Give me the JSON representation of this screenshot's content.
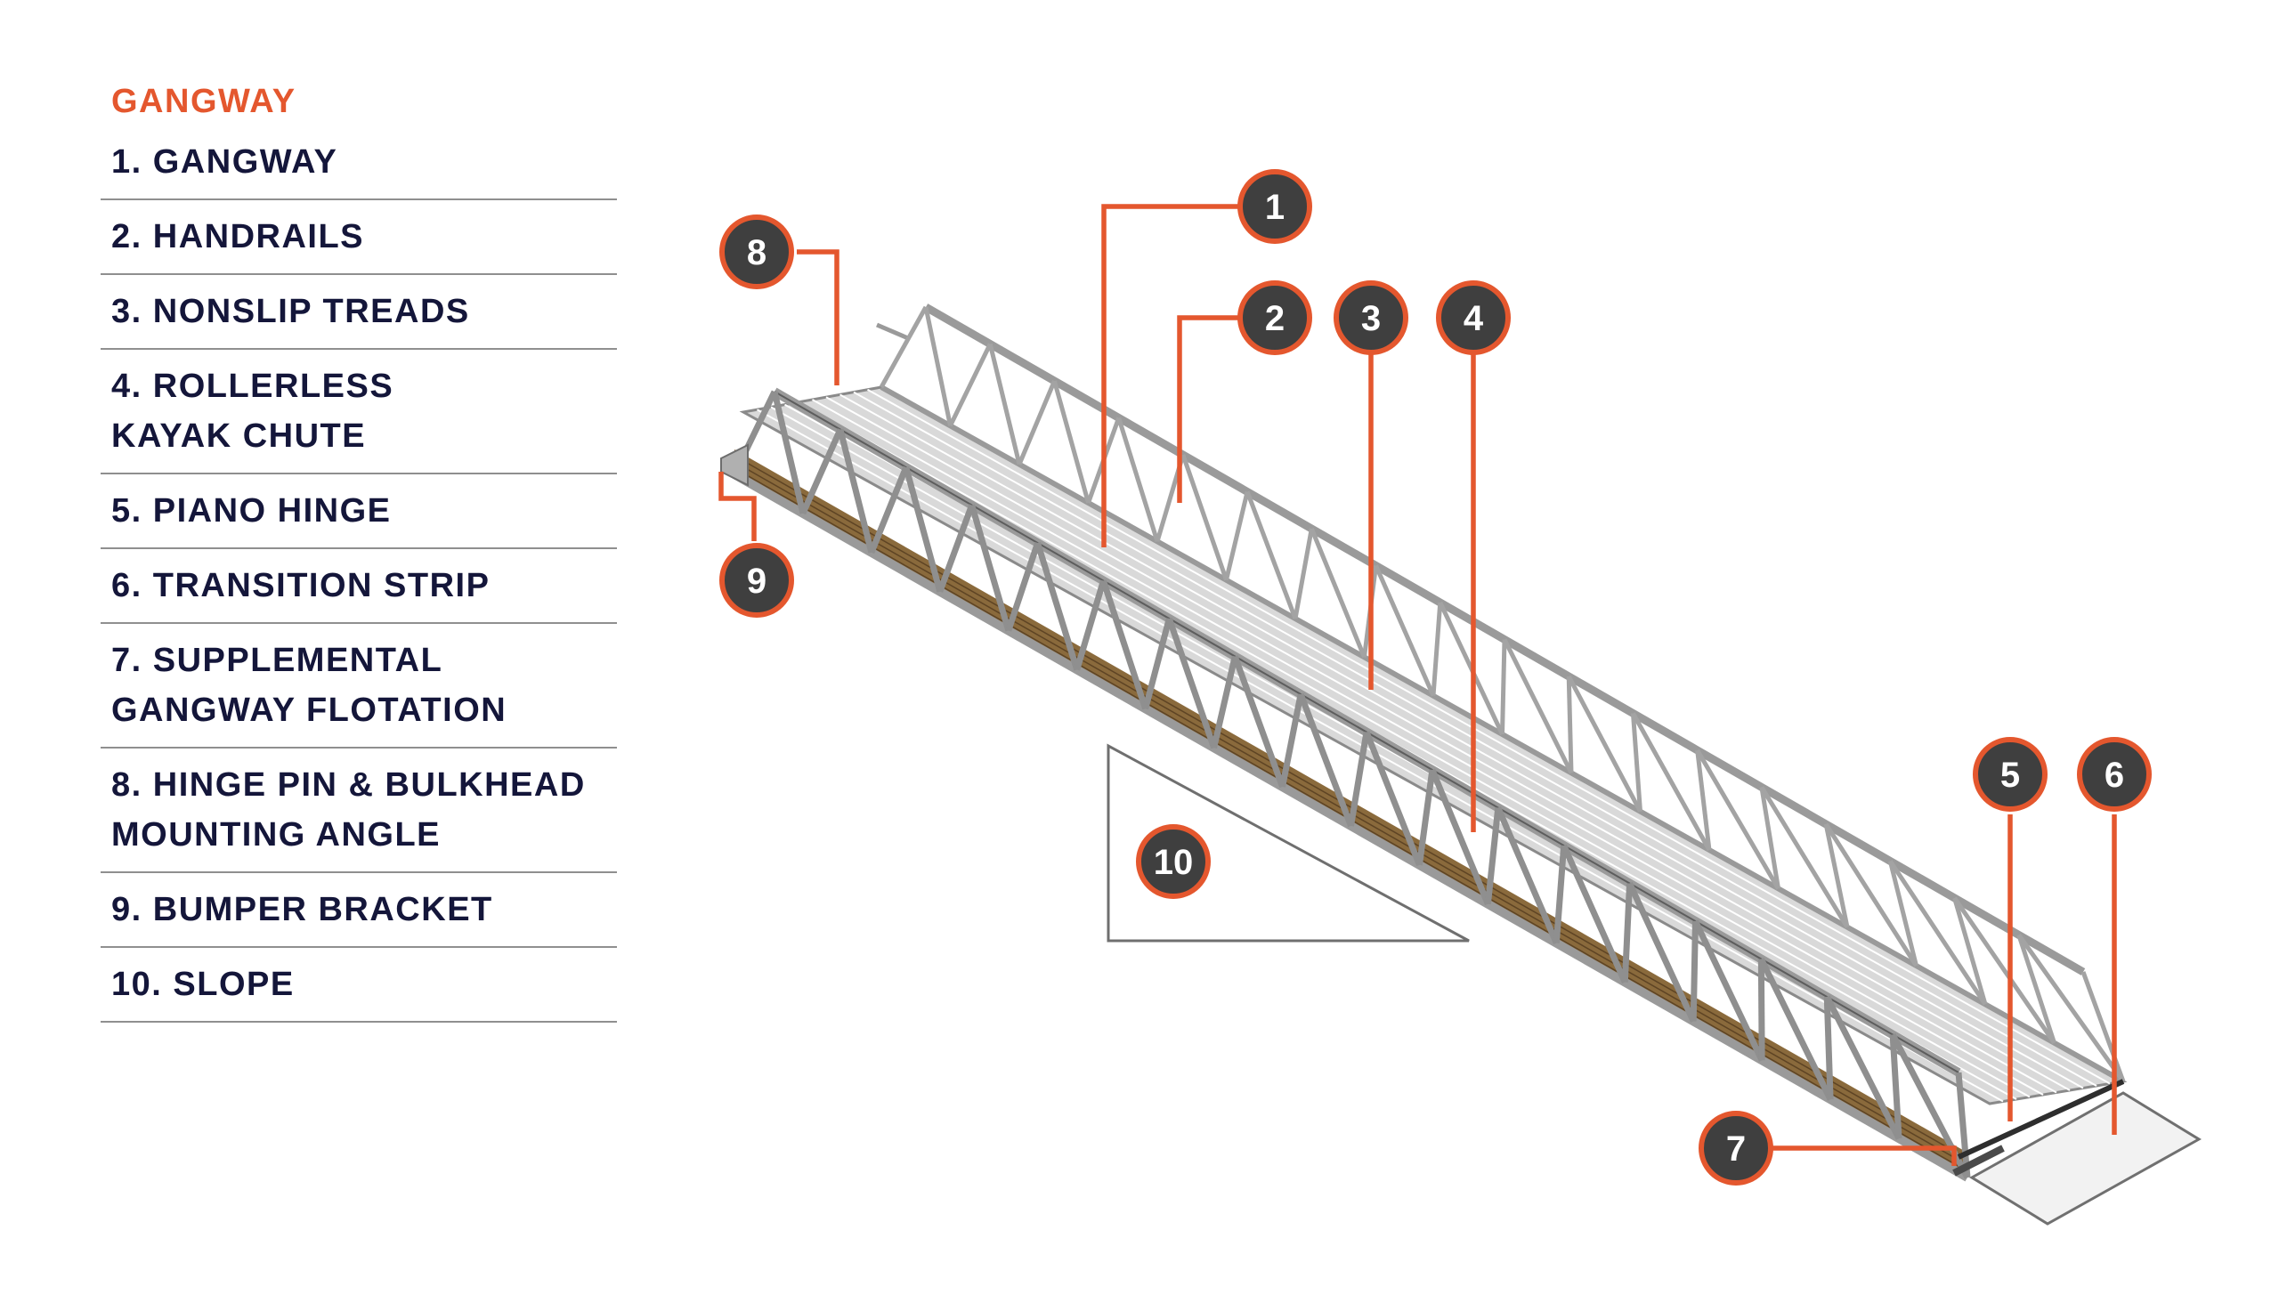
{
  "legend": {
    "title": "GANGWAY",
    "items": [
      "1.  GANGWAY",
      "2. HANDRAILS",
      "3. NONSLIP TREADS",
      "4. ROLLERLESS\nKAYAK CHUTE",
      "5. PIANO HINGE",
      "6. TRANSITION STRIP",
      "7. SUPPLEMENTAL\nGANGWAY FLOTATION",
      "8. HINGE PIN & BULKHEAD\nMOUNTING ANGLE",
      "9. BUMPER BRACKET",
      "10. SLOPE"
    ]
  },
  "callouts": [
    "1",
    "2",
    "3",
    "4",
    "5",
    "6",
    "7",
    "8",
    "9",
    "10"
  ],
  "colors": {
    "accent": "#e4572e",
    "text": "#14163a",
    "badge": "#3f3f3f",
    "deck": "#d9d9d9",
    "wood": "#8a6a3c",
    "steel": "#9a9a9a"
  }
}
